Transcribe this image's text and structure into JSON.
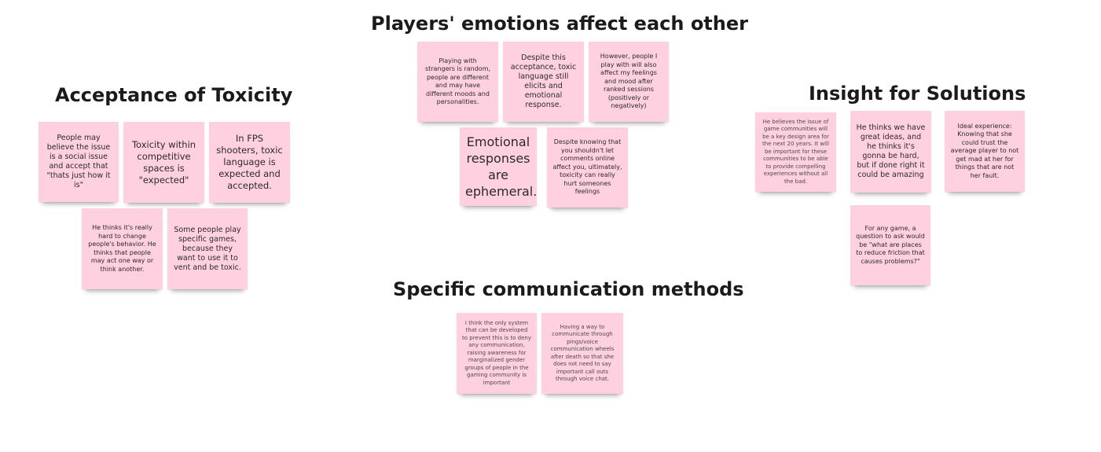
{
  "sections": {
    "players_emotions": {
      "title": "Players' emotions affect each other",
      "notes": [
        "Playing with strangers is random, people are different and may have different moods and personalities.",
        "Despite this acceptance, toxic language still elicits and emotional response.",
        "However, people I play with will also affect my feelings and mood after ranked sessions (positively or negatively)",
        "Emotional responses are ephemeral.",
        "Despite knowing that you shouldn't let comments online affect you, ultimately, toxicity can really hurt someones feelings"
      ]
    },
    "acceptance": {
      "title": "Acceptance of Toxicity",
      "notes": [
        "People may believe the issue is a social issue and accept that \"thats just how it is\"",
        "Toxicity within competitive spaces is \"expected\"",
        "In FPS shooters, toxic language is expected and accepted.",
        "He thinks it's really hard to change people's behavior. He thinks that people may act one way or think another.",
        "Some people play specific games, because they want to use it to vent and be toxic."
      ]
    },
    "insight": {
      "title": "Insight for Solutions",
      "notes": [
        "He believes the issue of game communities will be a key design area for the next 20 years. It will be important for these communities to be able to provide compelling experiences without all the bad.",
        "He thinks we have great ideas, and he thinks it's gonna be hard, but if done right it could be amazing",
        "Ideal experience: Knowing that she could trust the average player to not get mad at her for things that are not her fault.",
        "For any game, a question to ask would be \"what are places to reduce friction that causes problems?\""
      ]
    },
    "communication": {
      "title": "Specific communication methods",
      "notes": [
        "I think the only system that can be developed to prevent this is to deny any communication, raising awareness for marginalized gender groups of people in the gaming community is important",
        "Having a way to communicate through pings/voice communication wheels after death so that she does not need to say important call outs through voice chat."
      ]
    }
  },
  "colors": {
    "note_background": "#ffd0e0",
    "heading_text": "#1b1b1b",
    "canvas_background": "#ffffff"
  }
}
